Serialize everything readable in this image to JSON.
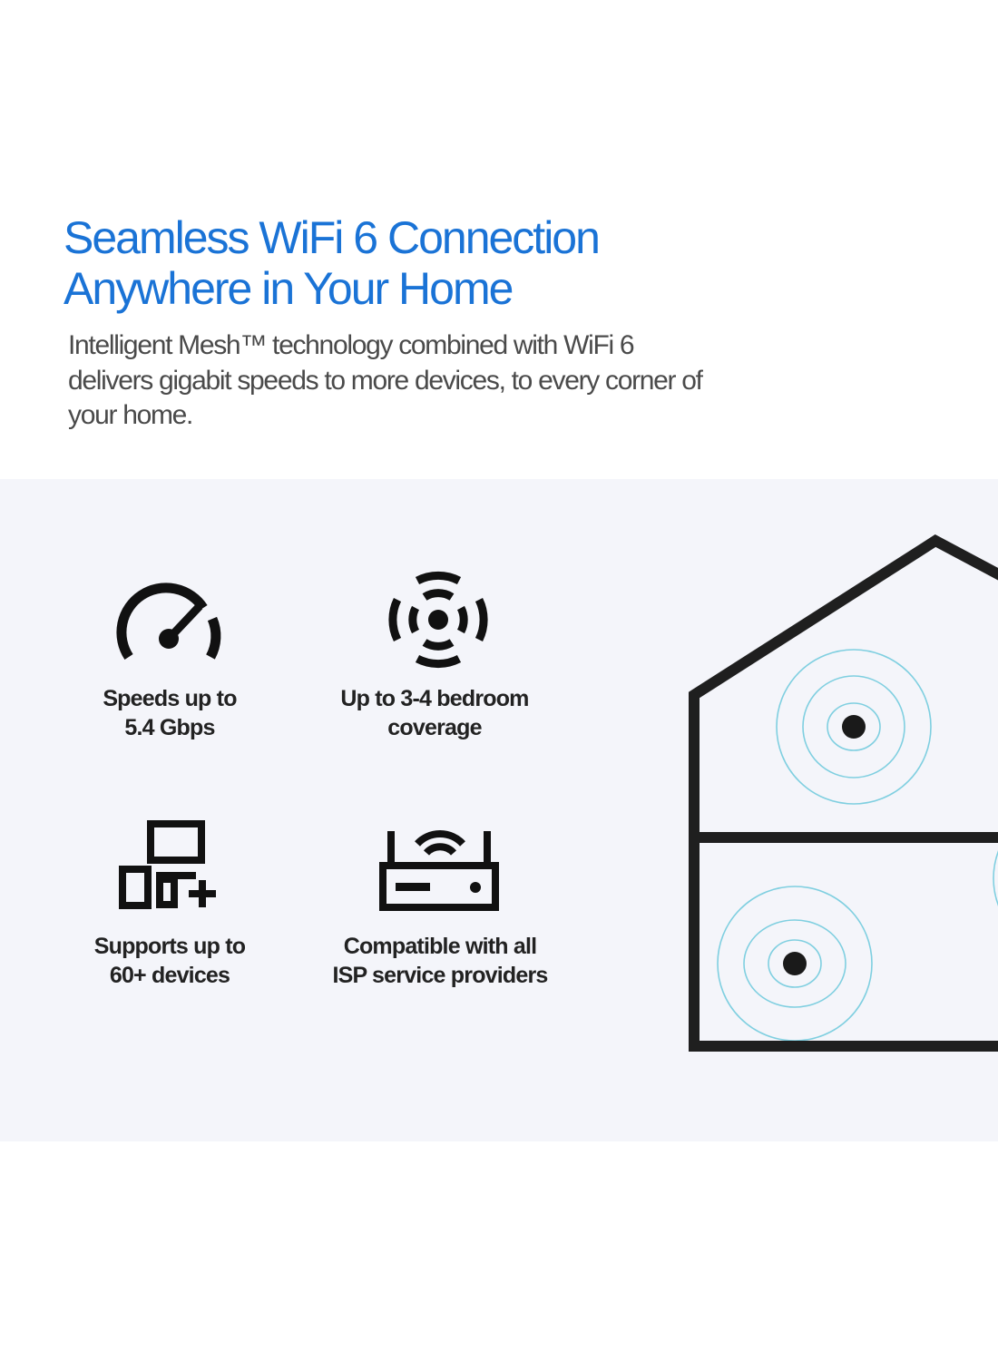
{
  "header": {
    "title_line1": "Seamless WiFi 6 Connection",
    "title_line2": "Anywhere in Your Home",
    "description": "Intelligent Mesh™ technology combined with WiFi 6 delivers gigabit speeds to more devices, to every corner of your home."
  },
  "features": [
    {
      "icon": "speedometer-icon",
      "line1": "Speeds up to",
      "line2": "5.4 Gbps"
    },
    {
      "icon": "wireless-signal-icon",
      "line1": "Up to 3-4 bedroom",
      "line2": "coverage"
    },
    {
      "icon": "devices-plus-icon",
      "line1": "Supports up to",
      "line2": "60+ devices"
    },
    {
      "icon": "router-icon",
      "line1": "Compatible with all",
      "line2": "ISP service providers"
    }
  ],
  "colors": {
    "accent": "#1a73d6",
    "signal": "#7fcfe0",
    "panel": "#f4f5fa"
  }
}
